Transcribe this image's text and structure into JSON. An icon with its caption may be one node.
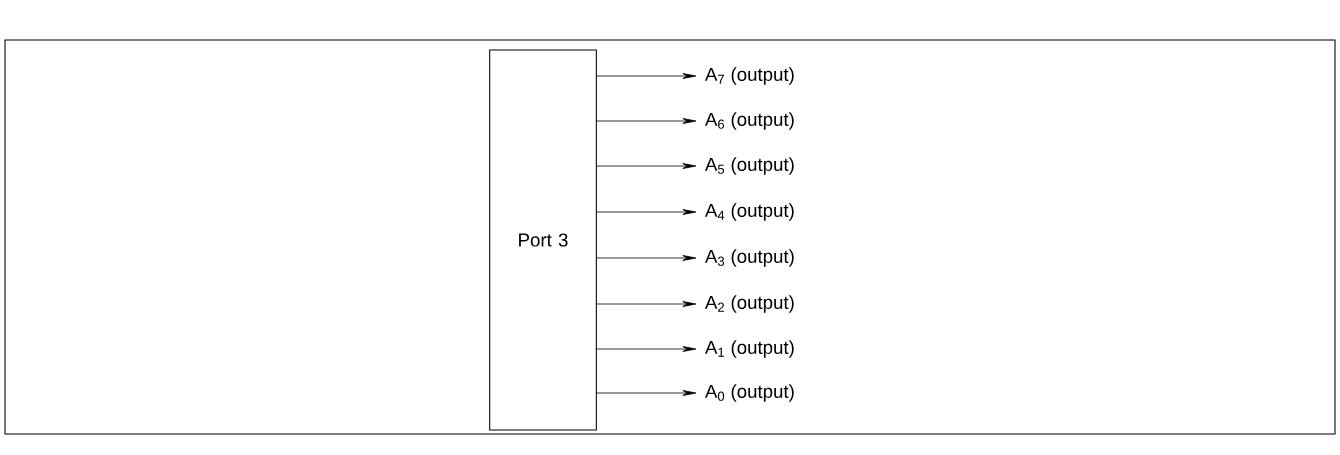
{
  "diagram": {
    "nodes": [
      {
        "text": [
          "Port 3"
        ]
      },
      {
        "text": [
          "A$_{7}$ (output)"
        ]
      },
      {
        "text": [
          "A$_{6}$ (output)"
        ]
      },
      {
        "text": [
          "A$_{5}$ (output)"
        ]
      },
      {
        "text": [
          "A$_{4}$ (output)"
        ]
      },
      {
        "text": [
          "A$_{3}$ (output)"
        ]
      },
      {
        "text": [
          "A$_{2}$ (output)"
        ]
      },
      {
        "text": [
          "A$_{1}$ (output)"
        ]
      },
      {
        "text": [
          "A$_{0}$ (output)"
        ]
      }
    ],
    "edges": [
      {
        "from": 0,
        "to": 1,
        "arrow": "to"
      },
      {
        "from": 0,
        "to": 2,
        "arrow": "to"
      },
      {
        "from": 0,
        "to": 3,
        "arrow": "to"
      },
      {
        "from": 0,
        "to": 4,
        "arrow": "to"
      },
      {
        "from": 0,
        "to": 5,
        "arrow": "to"
      },
      {
        "from": 0,
        "to": 6,
        "arrow": "to"
      },
      {
        "from": 0,
        "to": 7,
        "arrow": "to"
      },
      {
        "from": 0,
        "to": 8,
        "arrow": "to"
      }
    ]
  }
}
